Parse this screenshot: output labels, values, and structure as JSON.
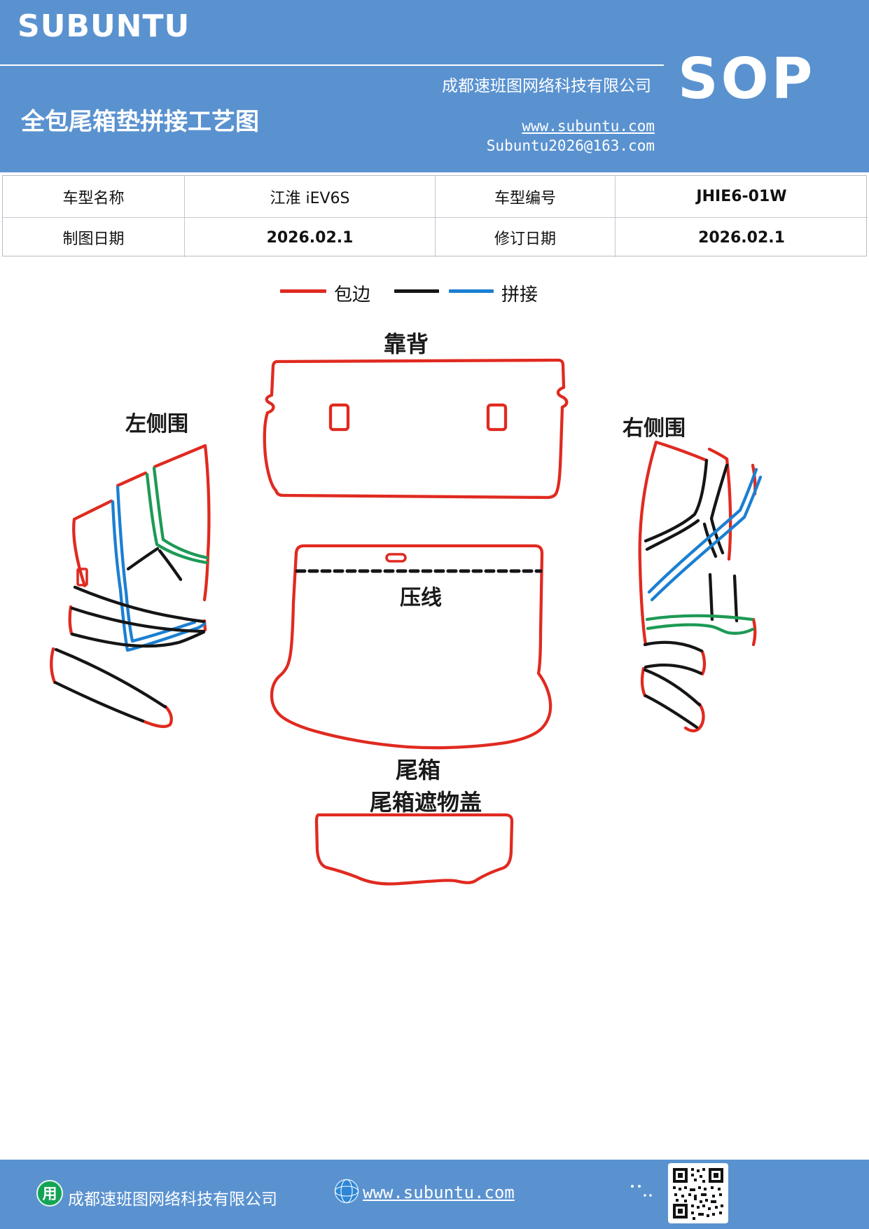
{
  "header": {
    "logo": "SUBUNTU",
    "company": "成都速班图网络科技有限公司",
    "title": "全包尾箱垫拼接工艺图",
    "badge": "SOP",
    "website": "www.subuntu.com",
    "email": "Subuntu2026@163.com",
    "background_color": "#5a92d0"
  },
  "info_table": {
    "rows": [
      {
        "cells": [
          "车型名称",
          "江淮 iEV6S",
          "车型编号",
          "JHIE6-01W"
        ]
      },
      {
        "cells": [
          "制图日期",
          "2026.02.1",
          "修订日期",
          "2026.02.1"
        ]
      }
    ]
  },
  "legend": {
    "items": [
      {
        "label": "包边",
        "swatches": [
          "#e02a20"
        ]
      },
      {
        "label": "拼接",
        "swatches": [
          "#151515",
          "#1b7fd2"
        ]
      }
    ]
  },
  "diagram": {
    "labels": {
      "backrest": "靠背",
      "left_side": "左侧围",
      "right_side": "右侧围",
      "crease": "压线",
      "trunk": "尾箱",
      "trunk_cover": "尾箱遮物盖"
    },
    "line_colors": {
      "binding_red": "#e02a20",
      "splice_black": "#151515",
      "splice_blue": "#1b7fd2",
      "splice_green": "#1d9a55"
    }
  },
  "footer": {
    "logo_glyph": "用",
    "company": "成都速班图网络科技有限公司",
    "website": "www.subuntu.com",
    "icons": [
      "company-logo-icon",
      "globe-icon",
      "wechat-icon",
      "qr-code"
    ]
  }
}
